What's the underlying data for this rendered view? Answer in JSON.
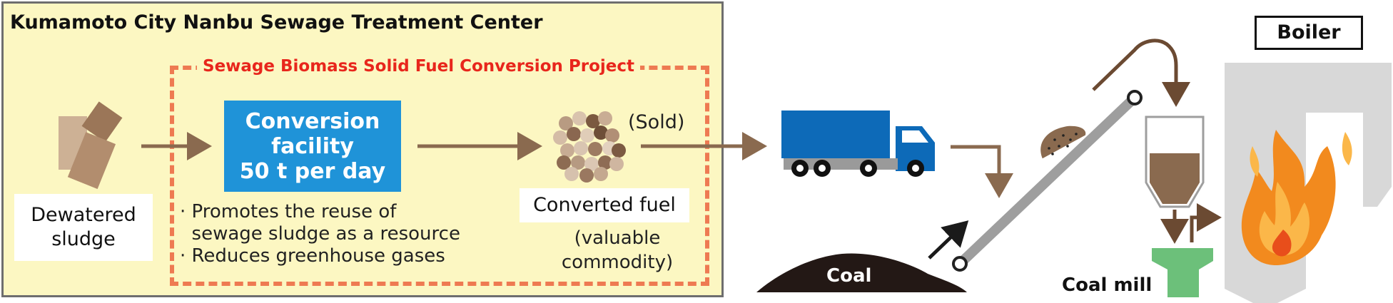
{
  "center": {
    "title": "Kumamoto City Nanbu Sewage Treatment Center"
  },
  "project": {
    "title": "Sewage Biomass Solid Fuel Conversion Project"
  },
  "sludge": {
    "line1": "Dewatered",
    "line2": "sludge"
  },
  "facility": {
    "line1": "Conversion",
    "line2": "facility",
    "line3": "50 t per day"
  },
  "benefits": [
    "· Promotes the reuse of",
    "  sewage sludge as a resource",
    "· Reduces greenhouse gases"
  ],
  "fuel": {
    "label": "Converted fuel",
    "note_line1": "(valuable",
    "note_line2": "commodity)",
    "sold": "(Sold)"
  },
  "coal": {
    "label": "Coal"
  },
  "coal_mill": {
    "label": "Coal mill"
  },
  "boiler": {
    "label": "Boiler"
  },
  "colors": {
    "center_bg": "#fcf7c2",
    "project_frame": "#ee7a52",
    "project_title": "#e8261c",
    "facility": "#1f93d8",
    "arrow": "#8a6a4f",
    "truck": "#0d6ab8",
    "coal_mill": "#6cc07a",
    "boiler": "#d8d8d8",
    "flame": "#f28a1e"
  },
  "icons": [
    "sludge-icon",
    "pellets-icon",
    "truck-icon",
    "conveyor-icon",
    "coal-pile-icon",
    "hopper-icon",
    "coal-mill-icon",
    "boiler-icon",
    "flame-icon"
  ]
}
